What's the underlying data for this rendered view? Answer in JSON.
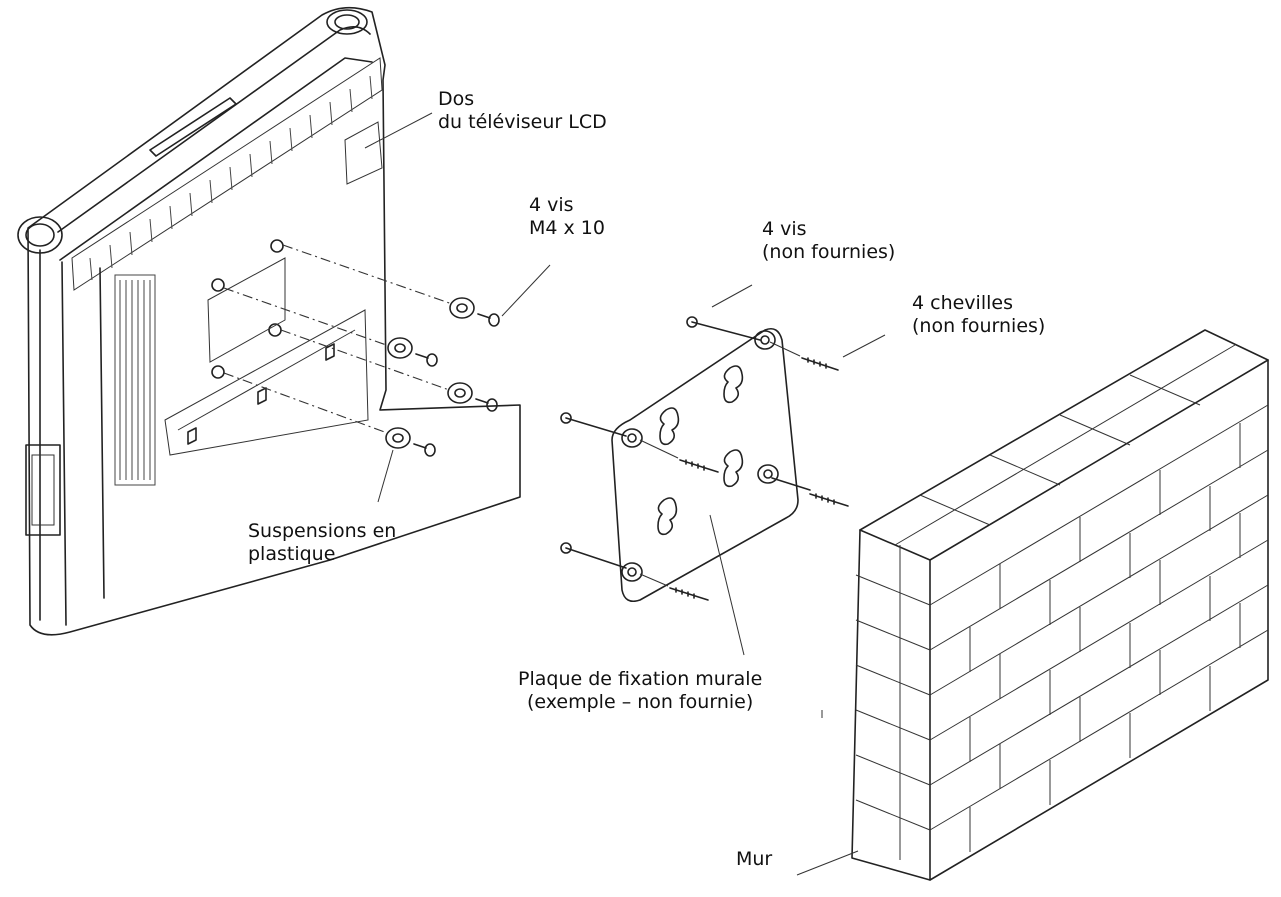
{
  "labels": {
    "tv_back": [
      "Dos",
      "du téléviseur LCD"
    ],
    "screws_m4": [
      "4 vis",
      "M4 x 10"
    ],
    "screws_not_supplied": [
      "4 vis",
      "(non fournies)"
    ],
    "anchors": [
      "4 chevilles",
      "(non fournies)"
    ],
    "hangers": [
      "Suspensions en",
      "plastique"
    ],
    "plate": [
      "Plaque de fixation murale",
      "(exemple – non fournie)"
    ],
    "wall": "Mur"
  },
  "colors": {
    "line": "#222222",
    "background": "#ffffff"
  }
}
